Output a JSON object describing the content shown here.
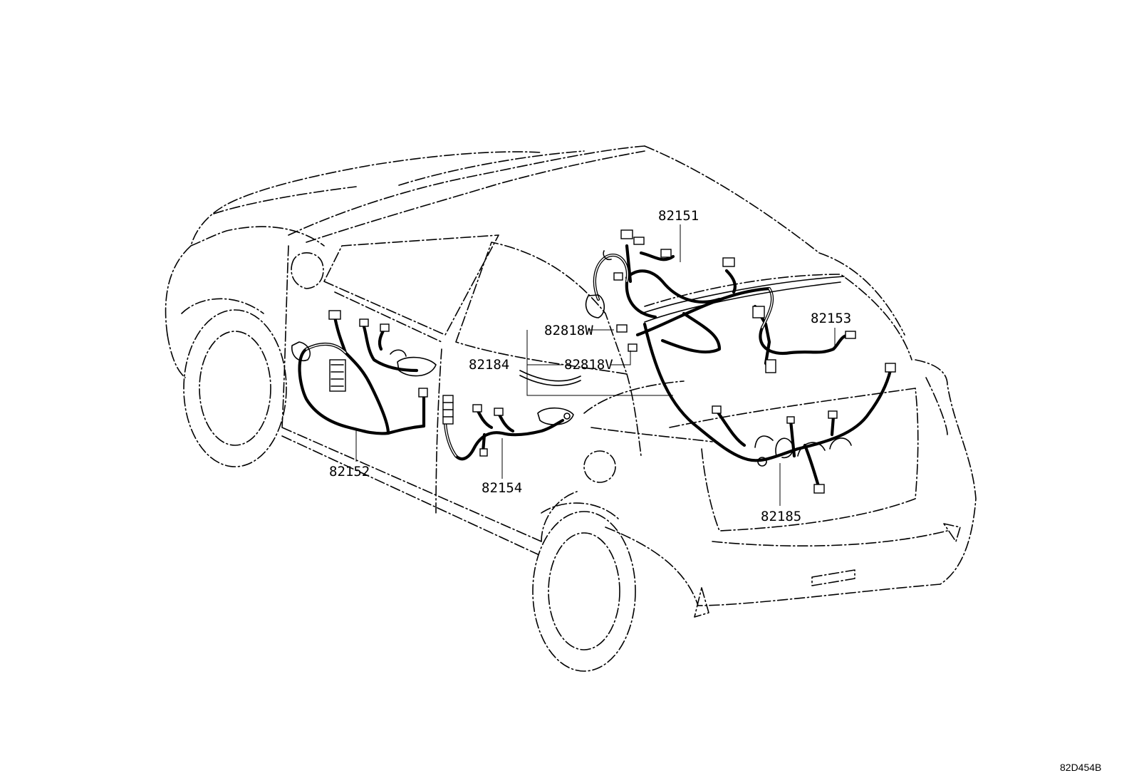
{
  "diagram": {
    "type": "exploded-parts-diagram",
    "subject": "car",
    "parts": [
      {
        "id": "p1",
        "number": "82151"
      },
      {
        "id": "p2",
        "number": "82153"
      },
      {
        "id": "p3",
        "number": "82818W"
      },
      {
        "id": "p4",
        "number": "82184"
      },
      {
        "id": "p5",
        "number": "82818V"
      },
      {
        "id": "p6",
        "number": "82152"
      },
      {
        "id": "p7",
        "number": "82154"
      },
      {
        "id": "p8",
        "number": "82185"
      }
    ],
    "figure_code": "82D454B"
  }
}
